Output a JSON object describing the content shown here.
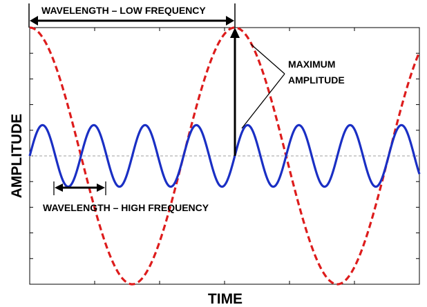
{
  "labels": {
    "wavelength_low": "WAVELENGTH – LOW FREQUENCY",
    "wavelength_high": "WAVELENGTH – HIGH FREQUENCY",
    "max_amplitude_line1": "MAXIMUM",
    "max_amplitude_line2": "AMPLITUDE"
  },
  "chart_data": {
    "type": "line",
    "title": "",
    "xlabel": "TIME",
    "ylabel": "AMPLITUDE",
    "grid": false,
    "series": [
      {
        "style": "dashed",
        "color": "#dd1c1c",
        "amplitude": 1.0,
        "cycles_shown": 1.9,
        "phase": "starts at maximum"
      },
      {
        "style": "solid",
        "color": "#1a2fc4",
        "amplitude": 0.24,
        "cycles_shown": 7.6,
        "phase": "starts at zero rising"
      }
    ],
    "baseline": {
      "style": "dashed",
      "color": "#b0b0b0"
    },
    "colors": {
      "low_frequency": "#dd1c1c",
      "high_frequency": "#1a2fc4",
      "annotation": "#000000"
    }
  }
}
